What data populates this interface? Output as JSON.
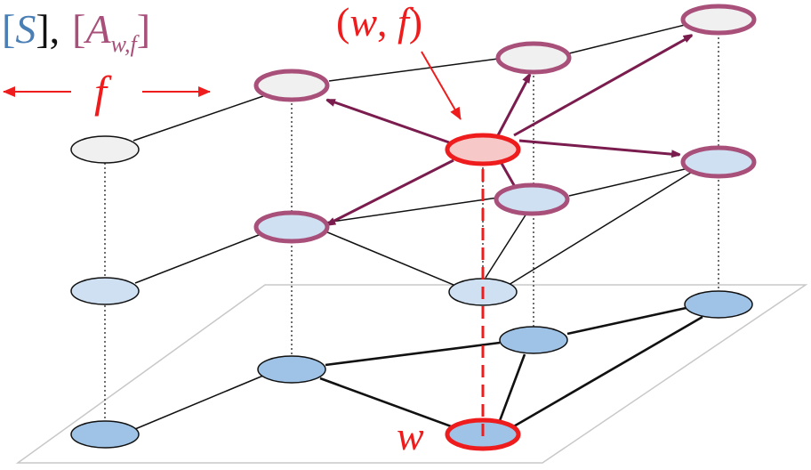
{
  "labels": {
    "S_open": "[",
    "S_symbol": "S",
    "S_close": "],",
    "A_open": "[",
    "A_symbol": "A",
    "A_subscript": "w,f",
    "A_close": "]",
    "wf_open": "(",
    "wf_w": "w",
    "wf_comma": ", ",
    "wf_f": "f",
    "wf_close": ")",
    "f_label": "f",
    "w_label": "w"
  },
  "colors": {
    "blue_text": "#4a7fb5",
    "purple_text": "#a8507a",
    "red": "#ee1c1c",
    "purple_border": "#a8507a",
    "purple_arrow": "#7a1c4e",
    "dark_blue_fill": "#9fc3e6",
    "light_blue_fill": "#cfe0f3",
    "gray_fill": "#f0f0f0",
    "pink_fill": "#f6c8c8"
  }
}
